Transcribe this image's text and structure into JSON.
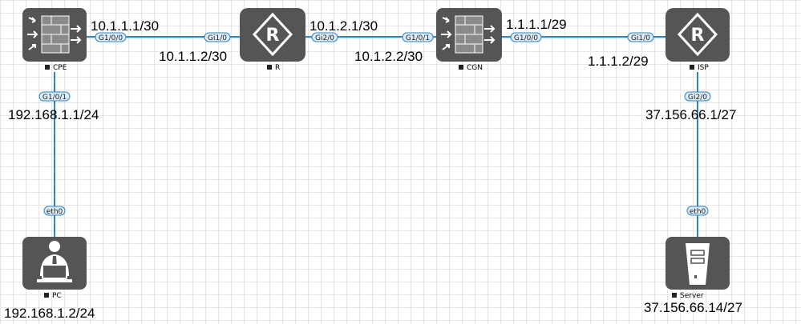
{
  "devices": {
    "cpe": {
      "name": "CPE",
      "icon": "firewall-icon"
    },
    "r": {
      "name": "R",
      "icon": "router-icon"
    },
    "cgn": {
      "name": "CGN",
      "icon": "firewall-icon"
    },
    "isp": {
      "name": "ISP",
      "icon": "router-icon"
    },
    "pc": {
      "name": "PC",
      "icon": "pc-user-icon"
    },
    "server": {
      "name": "Server",
      "icon": "server-icon"
    }
  },
  "ports": {
    "cpe_g100": "G1/0/0",
    "r_gi10": "Gi1/0",
    "r_gi20": "Gi2/0",
    "cgn_g101": "G1/0/1",
    "cgn_g100": "G1/0/0",
    "isp_gi10": "Gi1/0",
    "cpe_g101": "G1/0/1",
    "pc_eth0": "eth0",
    "isp_gi20": "Gi2/0",
    "server_eth0": "eth0"
  },
  "addresses": {
    "cpe_wan": "10.1.1.1/30",
    "r_wan1": "10.1.1.2/30",
    "r_wan2": "10.1.2.1/30",
    "cgn_inside": "10.1.2.2/30",
    "cgn_outside": "1.1.1.1/29",
    "isp_wan": "1.1.1.2/29",
    "cpe_lan": "192.168.1.1/24",
    "pc_ip": "192.168.1.2/24",
    "isp_lan": "37.156.66.1/27",
    "server_ip": "37.156.66.14/27"
  },
  "colors": {
    "link": "#2e86c1",
    "device": "#555555",
    "port_fill": "#dcecf8"
  }
}
